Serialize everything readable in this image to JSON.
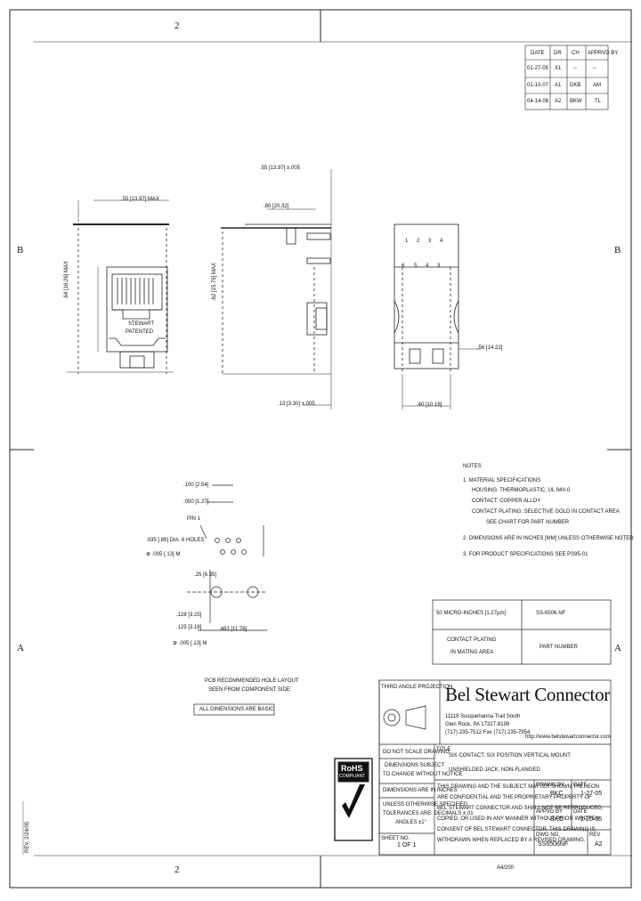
{
  "border_zones": {
    "top_2": "2",
    "bottom_2": "2",
    "left_b": "B",
    "right_b": "B",
    "left_a": "A",
    "right_a": "A"
  },
  "revision_table": {
    "headers": [
      "DATE",
      "DR",
      "CH",
      "APPRVD BY"
    ],
    "rows": [
      [
        "01-27-05",
        "X1",
        "--",
        "--"
      ],
      [
        "01-10-07",
        "A1",
        "DKB",
        "AM"
      ],
      [
        "04-14-08",
        "A2",
        "BKW",
        "TL"
      ]
    ]
  },
  "dimensions": {
    "front_width": ".55 [13.97] MAX",
    "front_height": ".64 [16.26] MAX",
    "side_height_top": ".55 [13.97] ±.005",
    "side_depth": ".80 [20.32]",
    "side_height": ".62 [15.75] MAX",
    "side_bottom": ".13 [3.30] ±.005",
    "rear_height": ".56 [14.22]",
    "rear_width": ".40 [10.16]"
  },
  "front_label": [
    "STEWART",
    "PATENTED"
  ],
  "pin_labels_top": [
    "1",
    "2",
    "3",
    "4"
  ],
  "pin_labels_bottom": [
    "6",
    "5",
    "4",
    "3"
  ],
  "pcb": {
    "dim1": ".100 [2.54]",
    "dim2": ".050 [1.27]",
    "pin1_label": "PIN 1",
    "hole_label": ".035 [.89] DIA. 6 HOLES",
    "hole_tol": "⊕ .005 [.13] M",
    "dim3": ".25 [6.35]",
    "post_dim1": ".128 [3.25]",
    "post_dim2": ".125 [3.18]",
    "post_tol": "⊕ .005 [.13] M",
    "post_dim3": ".463 [11.76]",
    "layout_note_line1": "PCB RECOMMENDED HOLE LAYOUT",
    "layout_note_line2": "SEEN FROM COMPONENT SIDE",
    "layout_note_box": "ALL DIMENSIONS ARE BASIC"
  },
  "notes": {
    "heading": "NOTES",
    "lines": [
      "1. MATERIAL SPECIFICATIONS",
      "HOUSING: THERMOPLASTIC, UL 94V-0",
      "CONTACT: COPPER ALLOY",
      "CONTACT PLATING: SELECTIVE GOLD IN CONTACT AREA",
      "SEE CHART FOR PART NUMBER",
      "2. DIMENSIONS ARE IN INCHES [MM] UNLESS OTHERWISE NOTED",
      "3. FOR PRODUCT SPECIFICATIONS SEE PS95-01"
    ]
  },
  "part_chart": {
    "plating": "50 MICRO-INCHES [1.27µm]",
    "part_number": "SS-6506-NF",
    "plating_header_1": "CONTACT PLATING",
    "plating_header_2": "IN MATING AREA",
    "part_header": "PART NUMBER"
  },
  "title_block": {
    "third_angle": "THIRD ANGLE PROJECTION",
    "company": "Bel Stewart Connector",
    "address_1": "11118 Susquehanna Trail South",
    "address_2": "Glen Rock, PA 17327-9199",
    "address_3": "(717) 235-7512 Fax (717) 235-7954",
    "website": "http://www.belstewartconnector.com",
    "do_not_scale": "DO NOT SCALE DRAWING",
    "dims_subject": "DIMENSIONS SUBJECT",
    "dims_subject_2": "TO CHANGE WITHOUT NOTICE",
    "title_label": "TITLE",
    "title_line_1": "SIX CONTACT, SIX POSITION VERTICAL MOUNT",
    "title_line_2": "UNSHIELDED JACK, NON-FLANGED",
    "dims_inches": "DIMENSIONS ARE IN INCHES",
    "tol_1": "UNLESS OTHERWISE SPECIFIED",
    "tol_2": "TOLERANCES ARE: DECIMALS ±.01",
    "tol_3": "ANGLES ±1°",
    "drawn_by_label": "DRAWN BY",
    "drawn_by": "BKC",
    "drawn_date_label": "DATE",
    "drawn_date": "1-27-05",
    "checked_by_label": "APPVD BY",
    "checked_by": "BKC",
    "checked_date_label": "DATE",
    "checked_date": "2-25-05",
    "proprietary": [
      "THIS DRAWING AND THE SUBJECT MATTER SHOWN THEREON",
      "ARE CONFIDENTIAL AND THE PROPRIETARY PROPERTY OF",
      "BEL STEWART CONNECTOR AND SHALL NOT BE REPRODUCED,",
      "COPIED, OR USED IN ANY MANNER WITHOUT PRIOR WRITTEN",
      "CONSENT OF BEL STEWART CONNECTOR. THIS DRAWING IS",
      "WITHDRAWN WHEN REPLACED BY A REVISED DRAWING."
    ],
    "sheet_label": "SHEET NO.",
    "sheet": "1 OF 1",
    "dwg_label": "DWG NO.",
    "dwg_no": "SS6506NF",
    "rev_label": "REV",
    "rev": "A2",
    "size": "A4/200"
  },
  "rohs": {
    "title": "RoHS",
    "sub": "COMPLIANT"
  },
  "side_rev": "REV. 2/24/05"
}
